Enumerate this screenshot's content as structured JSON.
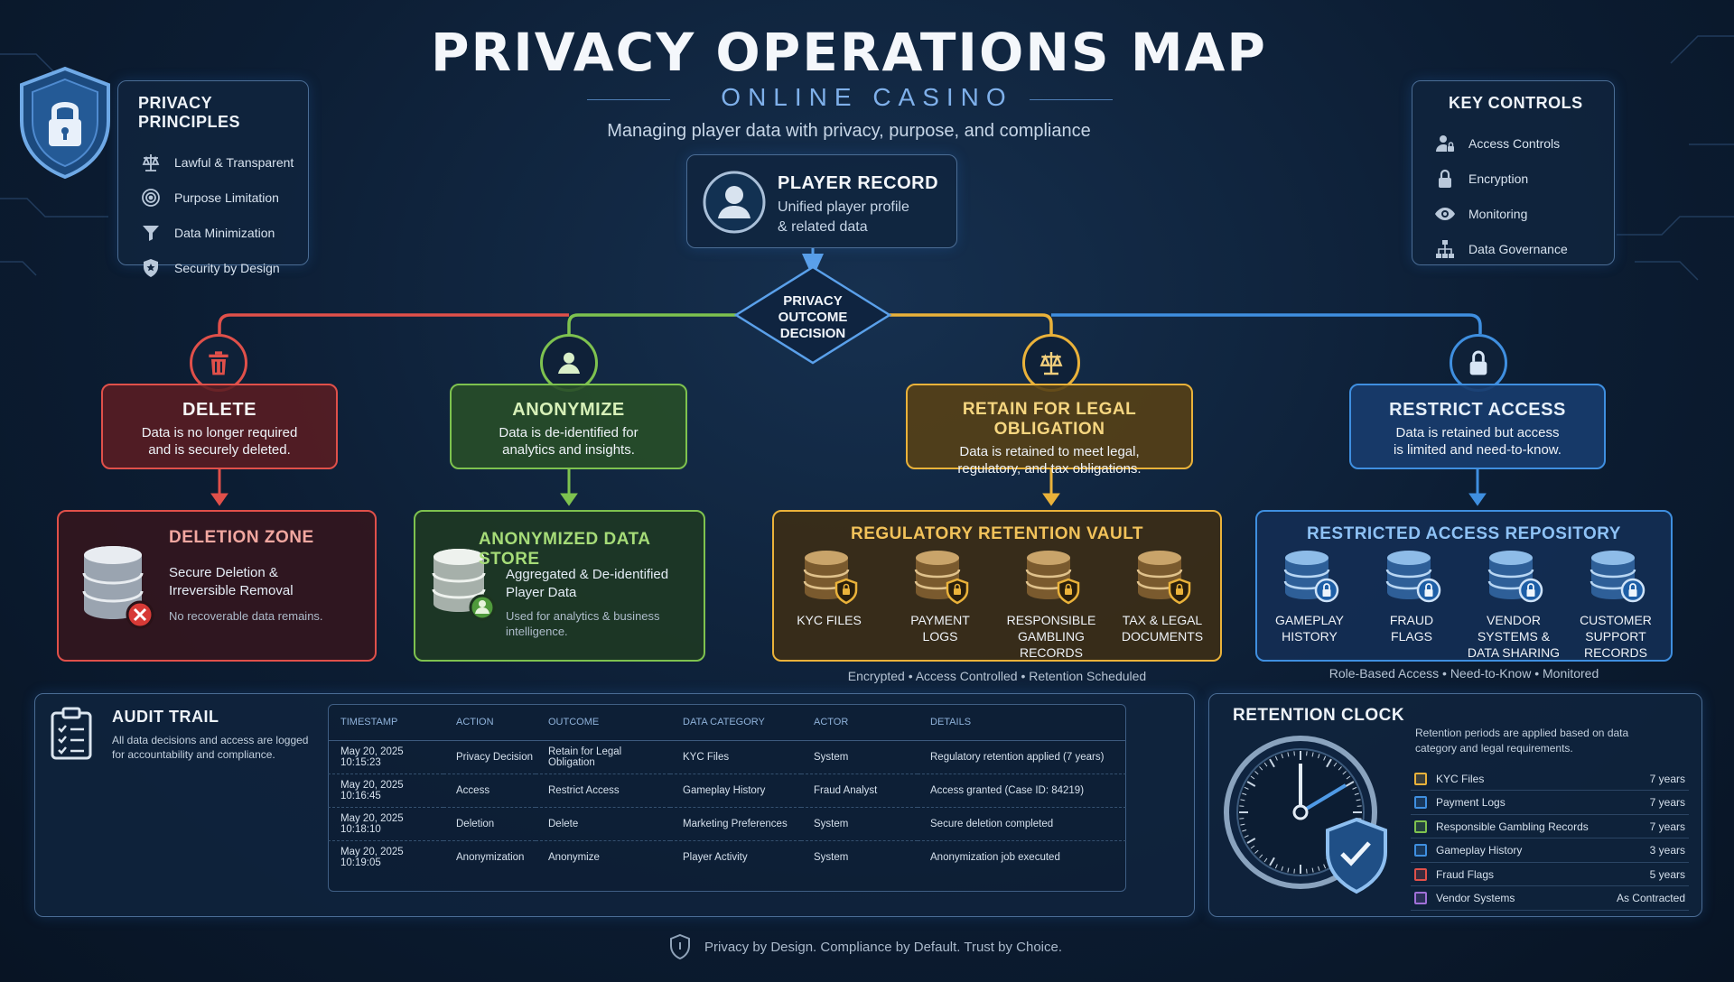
{
  "header": {
    "title": "PRIVACY OPERATIONS MAP",
    "subtitle": "ONLINE CASINO",
    "tagline": "Managing player data with privacy, purpose, and compliance"
  },
  "principles": {
    "title": "PRIVACY PRINCIPLES",
    "items": [
      {
        "label": "Lawful & Transparent",
        "icon": "scales-icon"
      },
      {
        "label": "Purpose Limitation",
        "icon": "target-icon"
      },
      {
        "label": "Data Minimization",
        "icon": "funnel-icon"
      },
      {
        "label": "Security by Design",
        "icon": "shield-star-icon"
      }
    ]
  },
  "controls": {
    "title": "KEY CONTROLS",
    "items": [
      {
        "label": "Access Controls",
        "icon": "user-lock-icon"
      },
      {
        "label": "Encryption",
        "icon": "lock-icon"
      },
      {
        "label": "Monitoring",
        "icon": "eye-icon"
      },
      {
        "label": "Data Governance",
        "icon": "hierarchy-icon"
      }
    ]
  },
  "player_record": {
    "title": "PLAYER RECORD",
    "line1": "Unified player profile",
    "line2": "& related data"
  },
  "decision": {
    "line1": "PRIVACY",
    "line2": "OUTCOME",
    "line3": "DECISION"
  },
  "outcomes": {
    "delete": {
      "title": "DELETE",
      "line1": "Data is no longer required",
      "line2": "and is securely deleted.",
      "color": "#e0504a"
    },
    "anonymize": {
      "title": "ANONYMIZE",
      "line1": "Data is de-identified for",
      "line2": "analytics and insights.",
      "color": "#7ec24f"
    },
    "retain": {
      "title": "RETAIN FOR LEGAL OBLIGATION",
      "line1": "Data is retained to meet legal,",
      "line2": "regulatory, and tax obligations.",
      "color": "#eab23a"
    },
    "restrict": {
      "title": "RESTRICT ACCESS",
      "line1": "Data is retained but access",
      "line2": "is limited and need-to-know.",
      "color": "#3f8fe0"
    }
  },
  "stores": {
    "deletion": {
      "title": "DELETION ZONE",
      "line1": "Secure Deletion &",
      "line2": "Irreversible Removal",
      "note": "No recoverable data remains."
    },
    "anonymized": {
      "title": "ANONYMIZED DATA STORE",
      "line1": "Aggregated & De-identified",
      "line2": "Player Data",
      "note1": "Used for analytics & business",
      "note2": "intelligence."
    },
    "vault": {
      "title": "REGULATORY RETENTION VAULT",
      "items": [
        {
          "l1": "KYC FILES",
          "l2": "",
          "l3": ""
        },
        {
          "l1": "PAYMENT",
          "l2": "LOGS",
          "l3": ""
        },
        {
          "l1": "RESPONSIBLE",
          "l2": "GAMBLING",
          "l3": "RECORDS"
        },
        {
          "l1": "TAX & LEGAL",
          "l2": "DOCUMENTS",
          "l3": ""
        }
      ],
      "caption": "Encrypted  •  Access Controlled  •  Retention Scheduled"
    },
    "restricted": {
      "title": "RESTRICTED ACCESS REPOSITORY",
      "items": [
        {
          "l1": "GAMEPLAY",
          "l2": "HISTORY",
          "l3": ""
        },
        {
          "l1": "FRAUD",
          "l2": "FLAGS",
          "l3": ""
        },
        {
          "l1": "VENDOR",
          "l2": "SYSTEMS &",
          "l3": "DATA SHARING"
        },
        {
          "l1": "CUSTOMER",
          "l2": "SUPPORT",
          "l3": "RECORDS"
        }
      ],
      "caption": "Role-Based Access  •  Need-to-Know  •  Monitored"
    }
  },
  "audit": {
    "title": "AUDIT TRAIL",
    "desc": "All data decisions and access are logged for accountability and compliance.",
    "columns": [
      "TIMESTAMP",
      "ACTION",
      "OUTCOME",
      "DATA CATEGORY",
      "ACTOR",
      "DETAILS"
    ],
    "rows": [
      [
        "May 20, 2025 10:15:23",
        "Privacy Decision",
        "Retain for Legal Obligation",
        "KYC Files",
        "System",
        "Regulatory retention applied (7 years)"
      ],
      [
        "May 20, 2025 10:16:45",
        "Access",
        "Restrict Access",
        "Gameplay History",
        "Fraud Analyst",
        "Access granted (Case ID: 84219)"
      ],
      [
        "May 20, 2025 10:18:10",
        "Deletion",
        "Delete",
        "Marketing Preferences",
        "System",
        "Secure deletion completed"
      ],
      [
        "May 20, 2025 10:19:05",
        "Anonymization",
        "Anonymize",
        "Player Activity",
        "System",
        "Anonymization job executed"
      ]
    ]
  },
  "retention": {
    "title": "RETENTION CLOCK",
    "desc": "Retention periods are applied based on data category and legal requirements.",
    "rows": [
      {
        "label": "KYC Files",
        "period": "7 years",
        "color": "#eab23a"
      },
      {
        "label": "Payment Logs",
        "period": "7 years",
        "color": "#3f8fe0"
      },
      {
        "label": "Responsible Gambling Records",
        "period": "7 years",
        "color": "#7ec24f"
      },
      {
        "label": "Gameplay History",
        "period": "3 years",
        "color": "#3f8fe0"
      },
      {
        "label": "Fraud Flags",
        "period": "5 years",
        "color": "#e0504a"
      },
      {
        "label": "Vendor Systems",
        "period": "As Contracted",
        "color": "#a070d8"
      }
    ]
  },
  "footer": {
    "text": "Privacy by Design. Compliance by Default. Trust by Choice."
  }
}
